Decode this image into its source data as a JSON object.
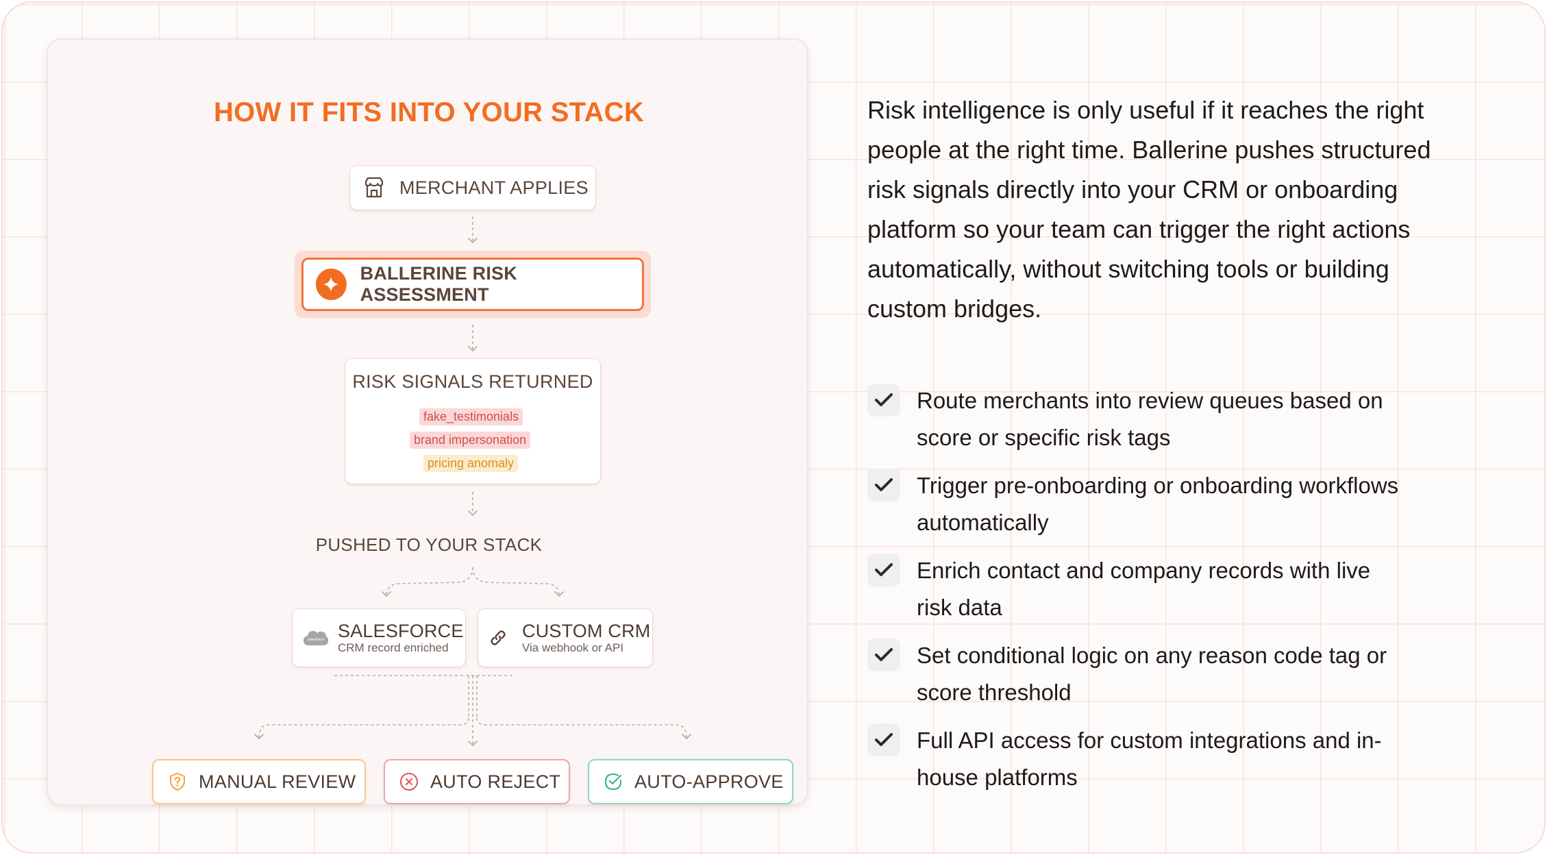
{
  "diagram": {
    "title": "HOW IT FITS INTO YOUR STACK",
    "merchant_applies": "MERCHANT APPLIES",
    "assessment": "BALLERINE RISK ASSESSMENT",
    "signals": {
      "heading": "RISK SIGNALS RETURNED",
      "tags": [
        {
          "label": "fake_testimonials",
          "severity": "high"
        },
        {
          "label": "brand impersonation",
          "severity": "high"
        },
        {
          "label": "pricing anomaly",
          "severity": "medium"
        }
      ]
    },
    "pushed_heading": "PUSHED TO YOUR STACK",
    "destinations": [
      {
        "name": "SALESFORCE",
        "detail": "CRM record enriched",
        "icon": "salesforce-cloud-icon",
        "logo_text": "salesforce"
      },
      {
        "name": "CUSTOM CRM",
        "detail": "Via webhook or API",
        "icon": "link-icon"
      }
    ],
    "outcomes": [
      {
        "label": "MANUAL REVIEW",
        "icon": "shield-question-icon",
        "color": "#f2a33a"
      },
      {
        "label": "AUTO REJECT",
        "icon": "x-circle-icon",
        "color": "#e05555"
      },
      {
        "label": "AUTO-APPROVE",
        "icon": "check-circle-icon",
        "color": "#2fb48a"
      }
    ]
  },
  "description": "Risk intelligence is only useful if it reaches the right people at the right time. Ballerine pushes structured risk signals directly into your CRM or onboarding platform so your team can trigger the right actions automatically, without switching tools or building custom bridges.",
  "benefits": [
    "Route merchants into review queues based on score or specific risk tags",
    "Trigger pre-onboarding or onboarding workflows automatically",
    "Enrich contact and company records with live risk data",
    "Set conditional logic on any reason code tag or score threshold",
    "Full API access for custom integrations and in-house platforms"
  ],
  "colors": {
    "accent": "#f26d21",
    "tag_high_bg": "#fbd8d8",
    "tag_medium_bg": "#fdeccb",
    "grid": "#f9e3dc"
  }
}
